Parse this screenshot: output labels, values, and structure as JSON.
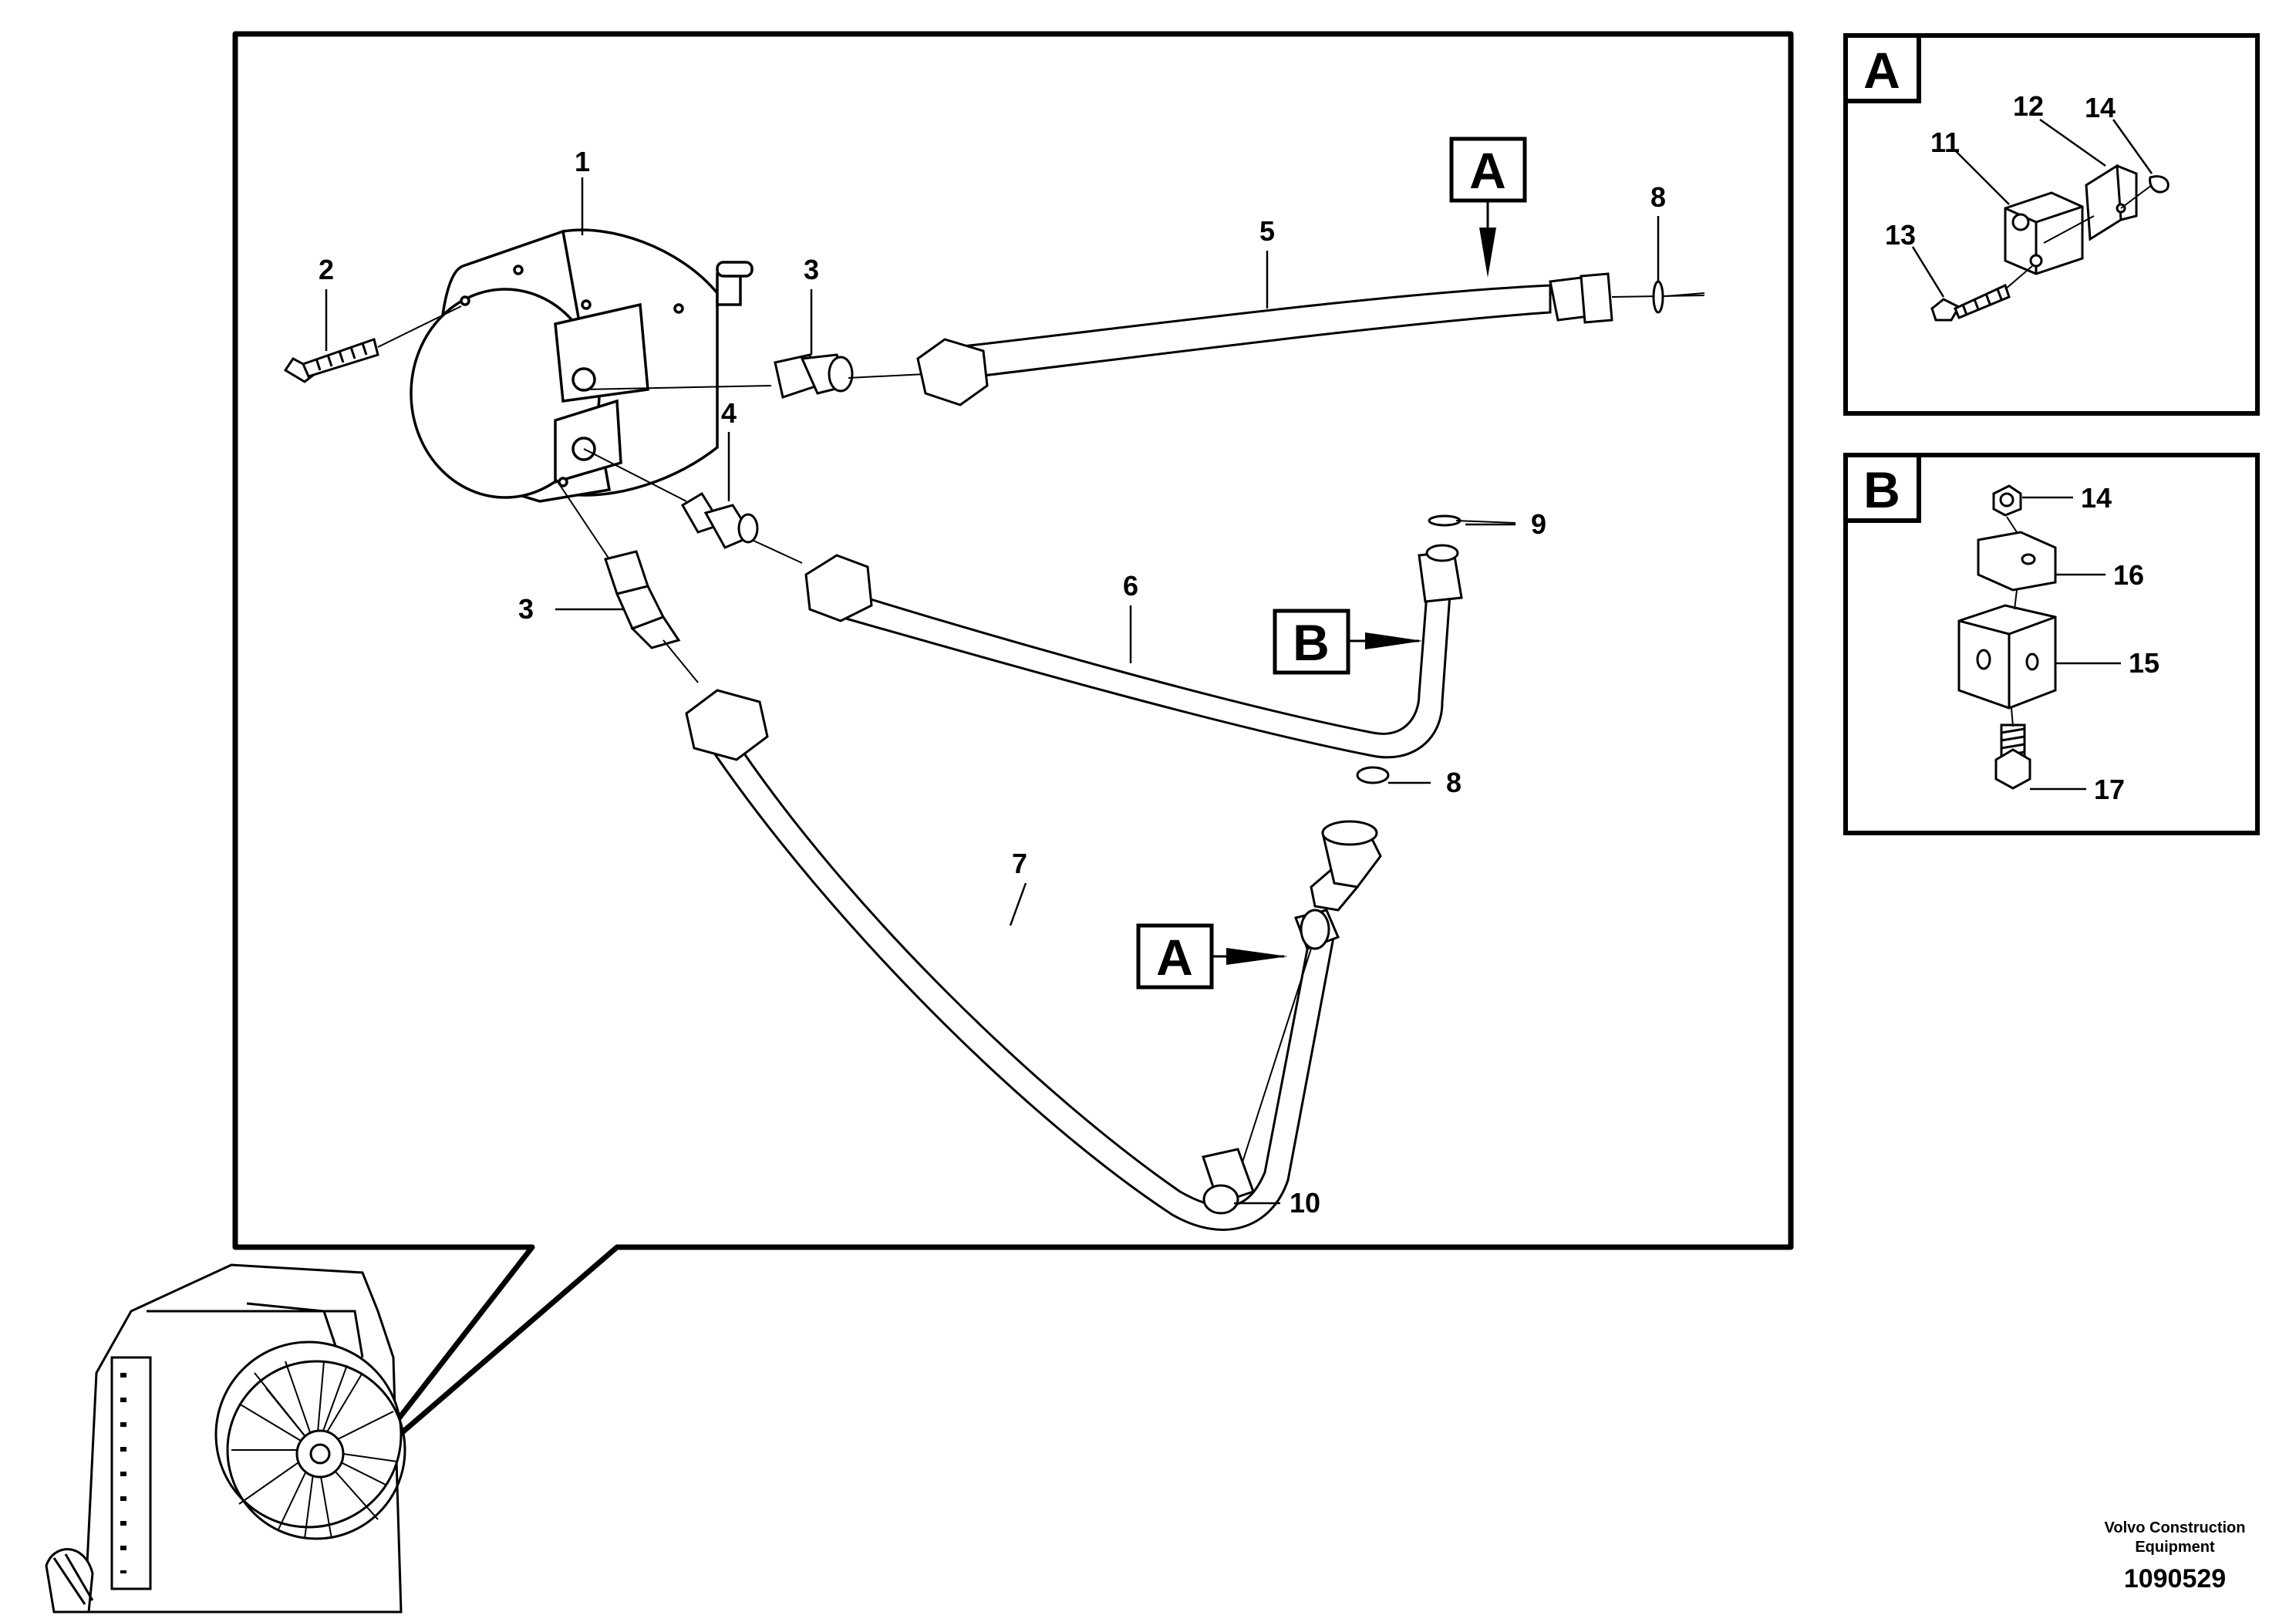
{
  "main_diagram": {
    "callouts": {
      "c1": "1",
      "c2": "2",
      "c3a": "3",
      "c3b": "3",
      "c4": "4",
      "c5": "5",
      "c6": "6",
      "c7": "7",
      "c8a": "8",
      "c8b": "8",
      "c9": "9",
      "c10": "10"
    },
    "ref_boxes": {
      "a1": "A",
      "b1": "B",
      "a2": "A"
    }
  },
  "detail_a": {
    "title": "A",
    "callouts": {
      "c11": "11",
      "c12": "12",
      "c13": "13",
      "c14": "14"
    }
  },
  "detail_b": {
    "title": "B",
    "callouts": {
      "c14": "14",
      "c15": "15",
      "c16": "16",
      "c17": "17"
    }
  },
  "footer": {
    "company_line1": "Volvo Construction",
    "company_line2": "Equipment",
    "doc_number": "1090529"
  }
}
